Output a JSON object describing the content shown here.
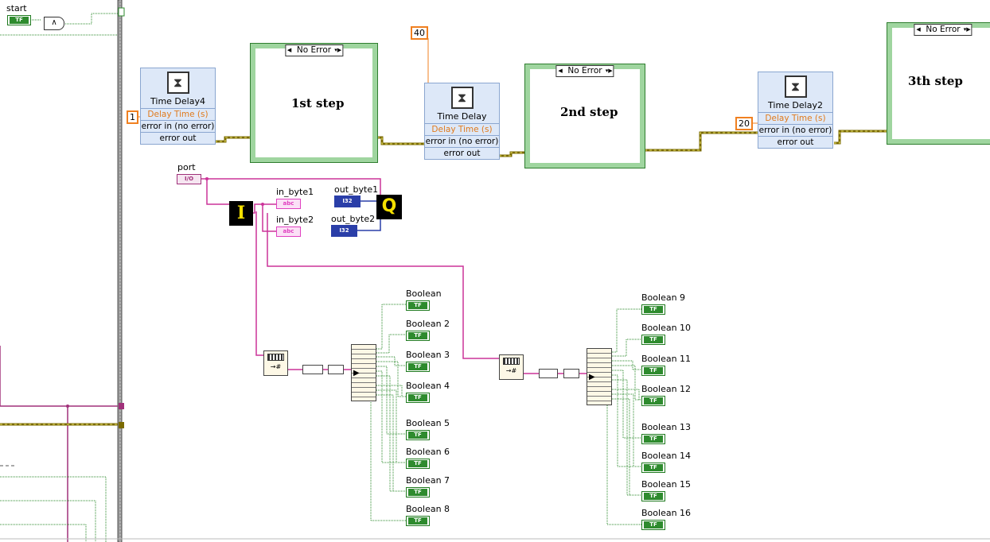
{
  "diagram": {
    "start_label": "start",
    "tf_text": "TF",
    "and_glyph": "∧",
    "port_label": "port",
    "io_text": "I/O",
    "abc_text": "abc",
    "i32_text": "I32",
    "in_byte1": "in_byte1",
    "in_byte2": "in_byte2",
    "out_byte1": "out_byte1",
    "out_byte2": "out_byte2",
    "read_icon_glyph": "I",
    "write_icon_glyph": "Q",
    "const_1": "1",
    "const_40": "40",
    "const_20": "20",
    "delays": [
      {
        "title": "Time Delay4",
        "row1": "Delay Time (s)",
        "row2": "error in (no error)",
        "row3": "error out"
      },
      {
        "title": "Time Delay",
        "row1": "Delay Time (s)",
        "row2": "error in (no error)",
        "row3": "error out"
      },
      {
        "title": "Time Delay2",
        "row1": "Delay Time (s)",
        "row2": "error in (no error)",
        "row3": "error out"
      }
    ],
    "cases": [
      {
        "selector": "No Error",
        "title": "1st step"
      },
      {
        "selector": "No Error",
        "title": "2nd step"
      },
      {
        "selector": "No Error",
        "title": "3th step"
      }
    ],
    "booleans_left": [
      "Boolean",
      "Boolean 2",
      "Boolean 3",
      "Boolean 4",
      "Boolean 5",
      "Boolean 6",
      "Boolean 7",
      "Boolean 8"
    ],
    "booleans_right": [
      "Boolean 9",
      "Boolean 10",
      "Boolean 11",
      "Boolean 12",
      "Boolean 13",
      "Boolean 14",
      "Boolean 15",
      "Boolean 16"
    ],
    "colors": {
      "error_wire": "#7a6a00",
      "string_wire": "#cc3399",
      "bool_wire": "#2e8b2e",
      "numeric_wire": "#f08020",
      "int_wire": "#2a3ea8"
    }
  }
}
